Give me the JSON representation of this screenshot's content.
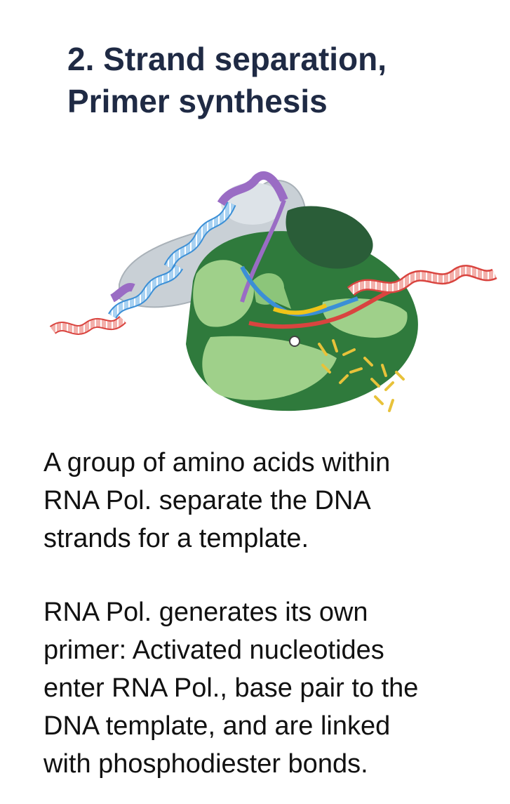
{
  "slide": {
    "title_lines": [
      "2. Strand separation,",
      "Primer synthesis"
    ],
    "paragraph1_lines": [
      "A group of amino acids within",
      "RNA Pol. separate the DNA",
      "strands for a template."
    ],
    "paragraph2_lines": [
      "RNA Pol. generates its own",
      "primer: Activated nucleotides",
      "enter RNA Pol., base pair to the",
      "DNA template, and are linked",
      "with phosphodiester bonds."
    ]
  },
  "figure": {
    "subject": "RNA polymerase illustration",
    "colors": {
      "dna_strand_red": "#d9443f",
      "dna_strand_blue": "#3b8fd6",
      "dna_strand_purple": "#9a6cc4",
      "polymerase_light_green": "#9fd08a",
      "polymerase_dark_green": "#2f7a3c",
      "sigma_gray": "#c9d0d6",
      "nucleotide_yellow": "#e8c23a",
      "rna_yellow": "#f0c419"
    }
  }
}
